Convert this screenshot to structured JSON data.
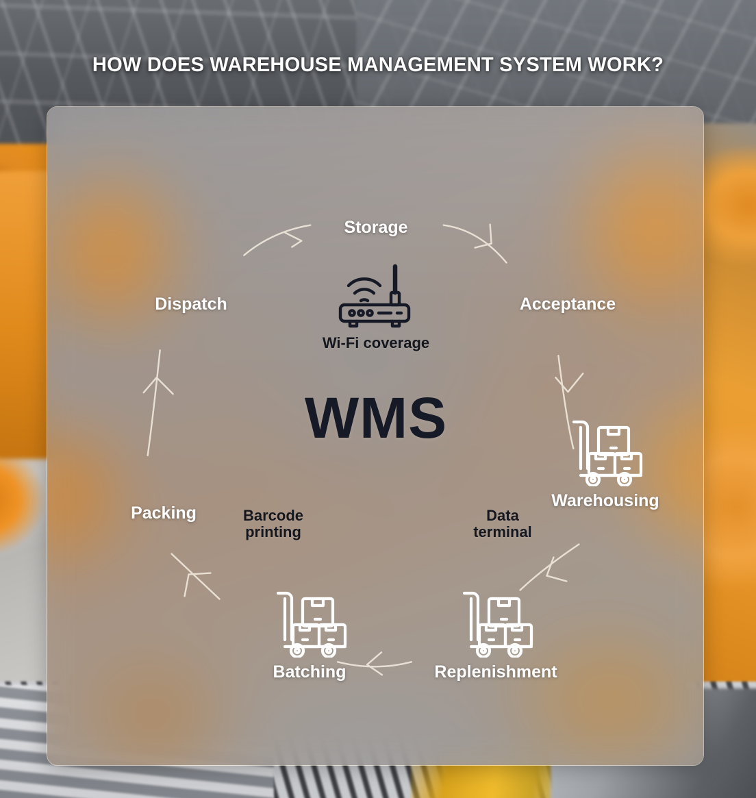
{
  "header": {
    "title": "HOW DOES WAREHOUSE MANAGEMENT SYSTEM WORK?"
  },
  "diagram": {
    "center_label": "WMS",
    "nodes": [
      {
        "id": "storage",
        "label": "Storage",
        "style": "white",
        "icon": null
      },
      {
        "id": "dispatch",
        "label": "Dispatch",
        "style": "white",
        "icon": null
      },
      {
        "id": "acceptance",
        "label": "Acceptance",
        "style": "white",
        "icon": null
      },
      {
        "id": "wifi",
        "label": "Wi-Fi coverage",
        "style": "dark",
        "icon": "wifi-router-icon"
      },
      {
        "id": "warehousing",
        "label": "Warehousing",
        "style": "white",
        "icon": "hand-truck-boxes-icon"
      },
      {
        "id": "packing",
        "label": "Packing",
        "style": "white",
        "icon": null
      },
      {
        "id": "barcode",
        "label": "Barcode\nprinting",
        "style": "dark",
        "icon": null
      },
      {
        "id": "data_terminal",
        "label": "Data\nterminal",
        "style": "dark",
        "icon": null
      },
      {
        "id": "batching",
        "label": "Batching",
        "style": "white",
        "icon": "hand-truck-boxes-icon"
      },
      {
        "id": "replenishment",
        "label": "Replenishment",
        "style": "white",
        "icon": "hand-truck-boxes-icon"
      }
    ],
    "flow_order": [
      "Acceptance",
      "Warehousing",
      "Data terminal",
      "Replenishment",
      "Batching",
      "Barcode printing",
      "Packing",
      "Dispatch",
      "Storage"
    ],
    "arrow_count": 7
  },
  "colors": {
    "title_text": "#ffffff",
    "label_light": "#ffffff",
    "label_dark": "#15171f",
    "wms_text": "#161a26",
    "panel_border": "rgba(255,240,220,0.55)",
    "accent_orange": "#e8901f",
    "background_gray": "#5a5d62",
    "arrow_stroke": "#efe7db"
  }
}
